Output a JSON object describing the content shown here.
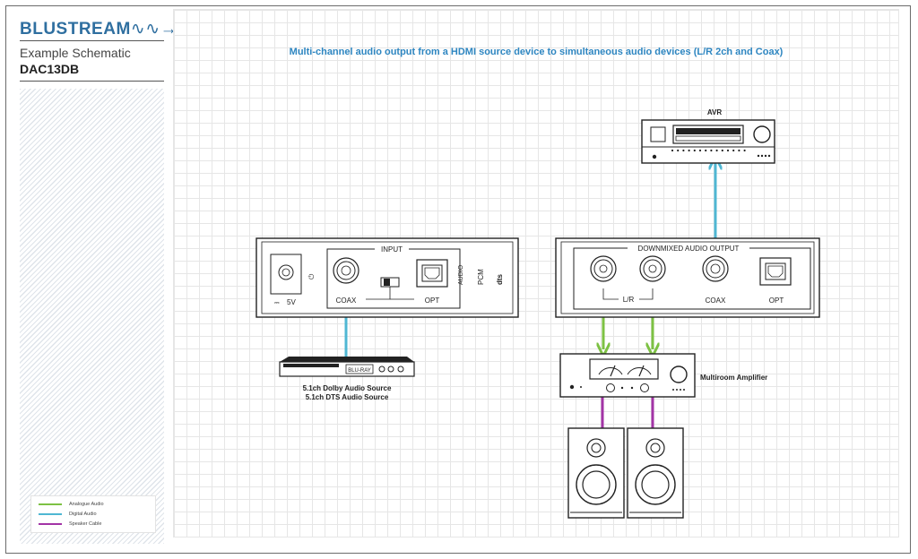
{
  "brand": {
    "name": "BLUSTREAM"
  },
  "sidebar": {
    "doc_type": "Example Schematic",
    "model": "DAC13DB",
    "legend": [
      {
        "label": "Analogue Audio",
        "color": "#7dc143"
      },
      {
        "label": "Digital Audio",
        "color": "#4fb7d3"
      },
      {
        "label": "Speaker Cable",
        "color": "#a334a6"
      }
    ]
  },
  "diagram": {
    "title": "Multi-channel audio output from a HDMI source device to simultaneous audio devices (L/R 2ch and Coax)",
    "avr_label": "AVR",
    "amplifier_label": "Multiroom Amplifier",
    "source_label_1": "5.1ch Dolby Audio Source",
    "source_label_2": "5.1ch DTS Audio Source",
    "source_device_text": "BLU-RAY",
    "dac_input": {
      "section_label": "INPUT",
      "power_label": "5V",
      "coax_label": "COAX",
      "opt_label": "OPT",
      "indicators": [
        "AUDIO",
        "PCM",
        "dts"
      ]
    },
    "dac_output": {
      "section_label": "DOWNMIXED AUDIO OUTPUT",
      "lr_label": "L/R",
      "coax_label": "COAX",
      "opt_label": "OPT"
    }
  },
  "colors": {
    "analogue": "#7dc143",
    "digital": "#4fb7d3",
    "speaker": "#a334a6",
    "accent": "#2e86c1"
  }
}
